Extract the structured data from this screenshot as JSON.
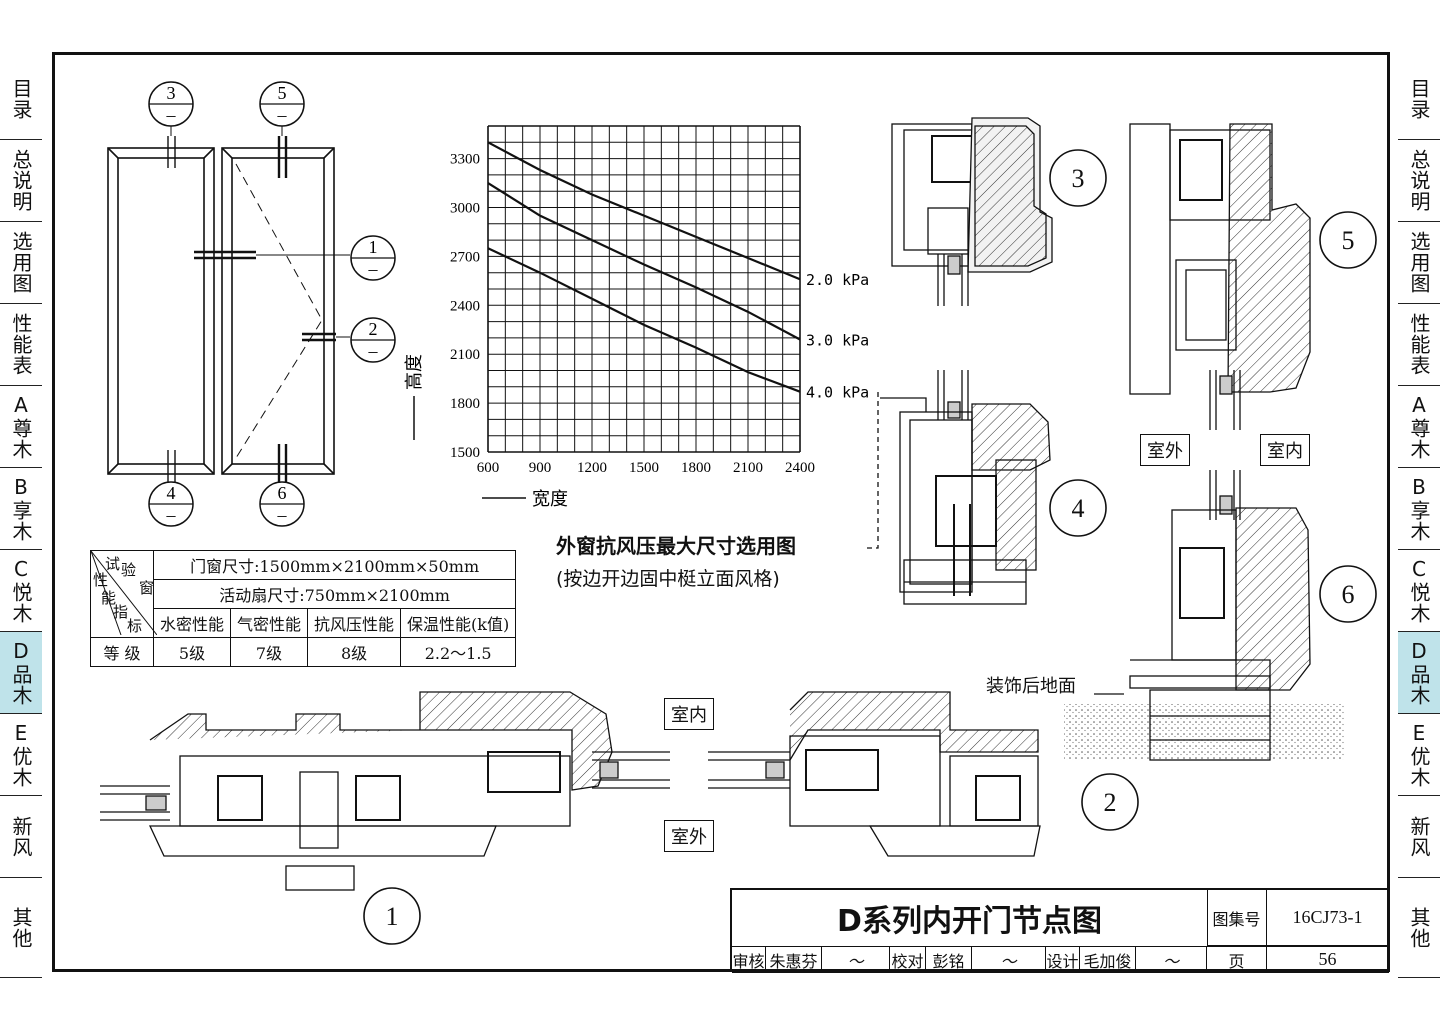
{
  "left_tabs": [
    "目录",
    "总说明",
    "选用图",
    "性能表",
    "A尊木",
    "B享木",
    "C悦木",
    "D品木",
    "E优木",
    "新风",
    "其他"
  ],
  "right_tabs": [
    "目录",
    "总说明",
    "选用图",
    "性能表",
    "A尊木",
    "B享木",
    "C悦木",
    "D品木",
    "E优木",
    "新风",
    "其他"
  ],
  "active_tab": "D品木",
  "elevation": {
    "callouts_top": [
      {
        "num": "3",
        "sub": "–"
      },
      {
        "num": "5",
        "sub": "–"
      }
    ],
    "callouts_bottom": [
      {
        "num": "4",
        "sub": "–"
      },
      {
        "num": "6",
        "sub": "–"
      }
    ],
    "callouts_side": [
      {
        "num": "1",
        "sub": "–"
      },
      {
        "num": "2",
        "sub": "–"
      }
    ]
  },
  "chart_data": {
    "type": "line",
    "x": [
      600,
      900,
      1200,
      1500,
      1800,
      2100,
      2400
    ],
    "x_ticks": [
      "600",
      "900",
      "1200",
      "1500",
      "1800",
      "2100",
      "2400"
    ],
    "y_ticks": [
      "3300",
      "3000",
      "2700",
      "2400",
      "2100",
      "1800",
      "1500"
    ],
    "xlim": [
      600,
      2400
    ],
    "ylim": [
      1500,
      3500
    ],
    "xlabel": "宽度",
    "ylabel": "高度",
    "series": [
      {
        "name": "2.0 kPa",
        "values": [
          3400,
          3230,
          3080,
          2950,
          2820,
          2690,
          2560
        ]
      },
      {
        "name": "3.0 kPa",
        "values": [
          3150,
          2950,
          2800,
          2650,
          2510,
          2360,
          2190
        ]
      },
      {
        "name": "4.0 kPa",
        "values": [
          2750,
          2600,
          2440,
          2280,
          2140,
          1990,
          1870
        ]
      }
    ],
    "title": "外窗抗风压最大尺寸选用图",
    "subtitle": "(按边开边固中梃立面风格)",
    "grid": true
  },
  "performance_table": {
    "diag_labels": [
      "试",
      "验",
      "窗",
      "性",
      "能",
      "指",
      "标"
    ],
    "door_size": "门窗尺寸:1500mm×2100mm×50mm",
    "sash_size": "活动扇尺寸:750mm×2100mm",
    "headers": [
      "水密性能",
      "气密性能",
      "抗风压性能",
      "保温性能(k值)"
    ],
    "grade_label": "等  级",
    "grades": [
      "5级",
      "7级",
      "8级",
      "2.2～1.5"
    ]
  },
  "details": {
    "labels_num": [
      "3",
      "4",
      "5",
      "6",
      "2",
      "1"
    ],
    "indoor": "室内",
    "outdoor": "室外",
    "floor_label": "装饰后地面"
  },
  "title_block": {
    "title": "D系列内开门节点图",
    "atlas_label": "图集号",
    "atlas_no": "16CJ73-1",
    "review": "审核",
    "reviewer": "朱惠芬",
    "check": "校对",
    "checker": "彭铭",
    "design": "设计",
    "designer": "毛加俊",
    "page_label": "页",
    "page_no": "56"
  }
}
